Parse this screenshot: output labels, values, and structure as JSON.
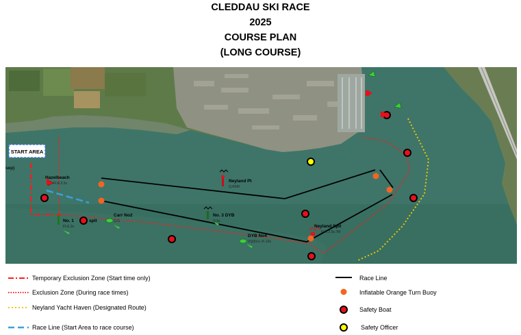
{
  "title": {
    "line1": "CLEDDAU SKI RACE",
    "line2": "2025",
    "line3": "COURSE PLAN",
    "line4": "(LONG COURSE)"
  },
  "map": {
    "start_area_label": "START AREA",
    "edge_label": "sep)",
    "buoy_labels": {
      "hazelbeach": "Hazelbeach",
      "hazelbeach_sub": "Fl.R.2.5s",
      "neyland_pt": "Neyland Pt",
      "neyland_pt_sub": "Q.R6M",
      "no3_dyb": "No. 3 DYB",
      "no3_dyb_sub": "Q.5s",
      "carr_no2": "Carr No2",
      "carr_no2_sub": "Q.G",
      "no1": "No. 1",
      "no1_tail": "spit",
      "no1_sub": "Fl.G.2s",
      "dyb_no4": "DYB No4",
      "dyb_no4_sub": "VQ(6)+L Fl.10s",
      "neyland_spit": "Neyland Spit",
      "neyland_spit_sub": "Fl.R.2.5s.7M"
    }
  },
  "legend": {
    "temp_exclusion": "Temporary Exclusion Zone (Start time only)",
    "exclusion": "Exclusion Zone (During race times)",
    "yacht_haven": "Neyland Yacht Haven (Designated Route)",
    "race_line_start": "Race Line (Start Area to race course)",
    "race_line": "Race Line",
    "orange_buoy": "Inflatable Orange Turn Buoy",
    "safety_boat": "Safety Boat",
    "safety_officer": "Safety Officer"
  },
  "colors": {
    "water": "#3e7568",
    "land": "#5f7a49",
    "town": "#8f9183",
    "exclusion_red": "#ff1a1a",
    "race_line": "#000000",
    "race_line_start": "#3aa0dc",
    "yacht_route": "#f0c800",
    "orange_buoy": "#f26522",
    "safety_boat_fill": "#e8101a",
    "safety_officer_fill": "#ffff00"
  },
  "icons": {
    "red_marker": "red-lateral-marker-icon",
    "green_marker": "green-lateral-marker-icon",
    "cardinal_marker": "cardinal-marker-icon"
  }
}
